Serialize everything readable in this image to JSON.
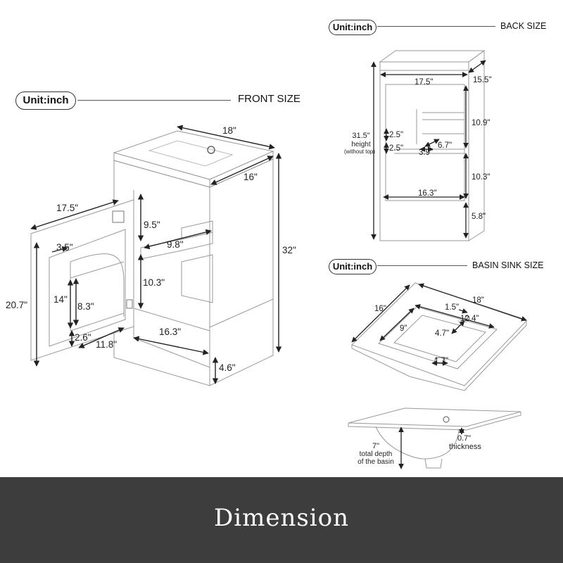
{
  "front": {
    "unit_label": "Unit:inch",
    "title": "FRONT SIZE",
    "dims": {
      "top_width": "18\"",
      "top_depth": "16\"",
      "height": "32\"",
      "door_width": "17.5\"",
      "door_height": "20.7\"",
      "upper_open": "9.5\"",
      "shelf_depth": "9.8\"",
      "lower_open": "10.3\"",
      "inner_width": "16.3\"",
      "base": "4.6\"",
      "door_shelf_top": "3.5\"",
      "door_inner_height": "14\"",
      "door_shelf_gap": "8.3\"",
      "door_bottom": "2.6\"",
      "door_inner_width": "11.8\""
    }
  },
  "back": {
    "unit_label": "Unit:inch",
    "title": "BACK SIZE",
    "dims": {
      "width": "17.5\"",
      "depth": "15.5\"",
      "upper": "10.9\"",
      "lower": "10.3\"",
      "base": "5.8\"",
      "inner_width": "16.3\"",
      "height_value": "31.5\"",
      "height_word": "height",
      "height_note": "(without top)",
      "rail_a": "2.5\"",
      "rail_b": "2.5\"",
      "rail_c": "3.9\"",
      "rail_d": "6.7\""
    }
  },
  "basin": {
    "unit_label": "Unit:inch",
    "title": "BASIN SINK SIZE",
    "dims": {
      "width": "18\"",
      "depth": "16\"",
      "rim": "1.5\"",
      "bowl_width": "12.4\"",
      "bowl_depth": "9\"",
      "faucet": "4.7\"",
      "drain": "1.7\"",
      "thickness_value": "0.7\"",
      "thickness_word": "thickness",
      "total_depth_value": "7\"",
      "total_depth_line1": "total depth",
      "total_depth_line2": "of the basin"
    }
  },
  "banner": {
    "title": "Dimension",
    "bg": "#3d3d3d"
  }
}
